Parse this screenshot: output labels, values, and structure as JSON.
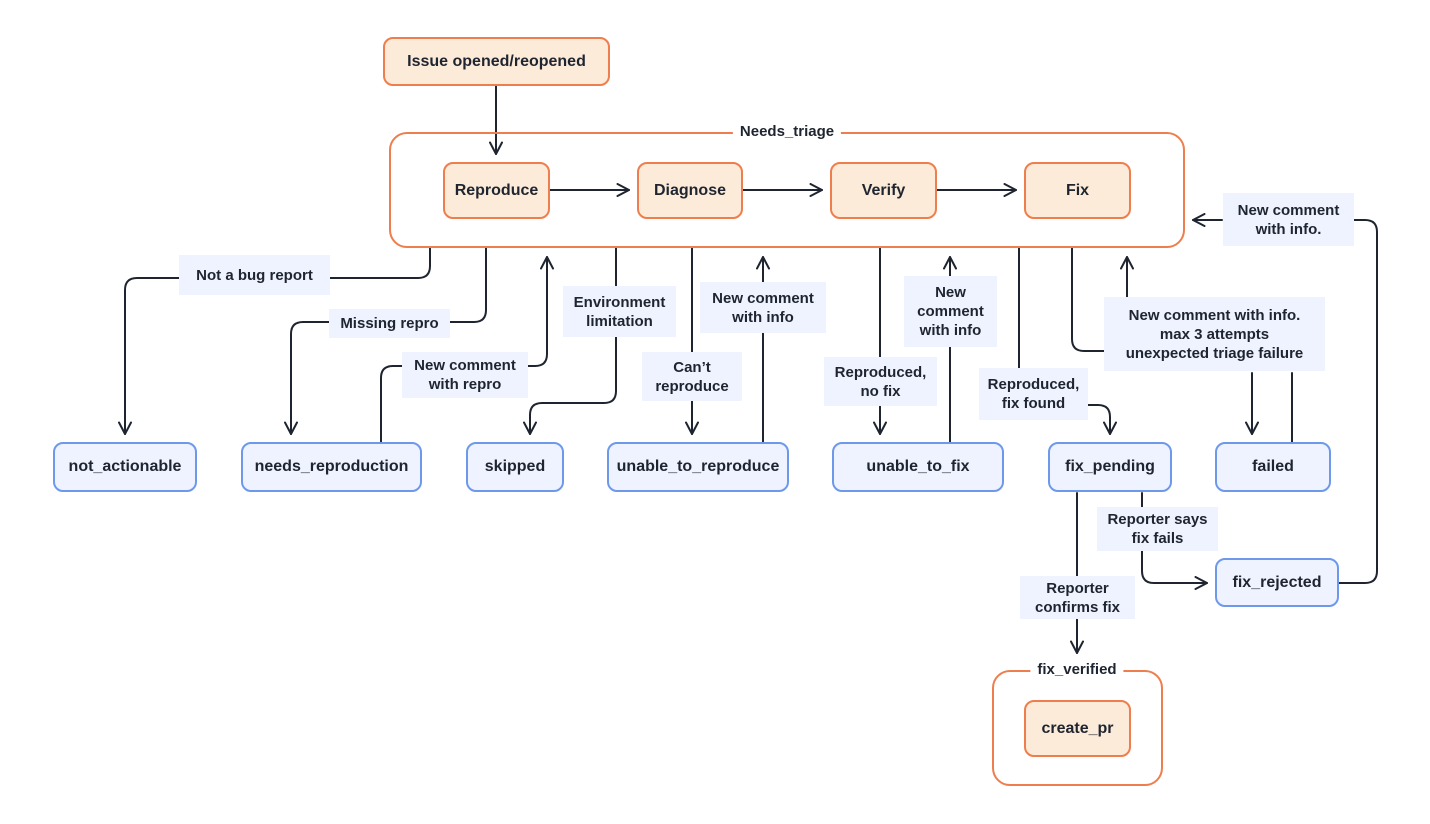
{
  "groups": {
    "needs_triage": "Needs_triage",
    "fix_verified": "fix_verified"
  },
  "nodes": {
    "issue_opened": "Issue opened/reopened",
    "reproduce": "Reproduce",
    "diagnose": "Diagnose",
    "verify": "Verify",
    "fix": "Fix",
    "not_actionable": "not_actionable",
    "needs_reproduction": "needs_reproduction",
    "skipped": "skipped",
    "unable_to_reproduce": "unable_to_reproduce",
    "unable_to_fix": "unable_to_fix",
    "fix_pending": "fix_pending",
    "failed": "failed",
    "fix_rejected": "fix_rejected",
    "create_pr": "create_pr"
  },
  "edge_labels": {
    "not_a_bug_report": "Not a bug report",
    "missing_repro": "Missing repro",
    "new_comment_with_repro": "New comment\nwith repro",
    "environment_limitation": "Environment\nlimitation",
    "cant_reproduce": "Can’t\nreproduce",
    "new_comment_with_info_1": "New comment\nwith info",
    "reproduced_no_fix": "Reproduced,\nno fix",
    "new_comment_with_info_2": "New\ncomment\nwith info",
    "reproduced_fix_found": "Reproduced,\nfix found",
    "retry_failure": "New comment with info.\nmax 3 attempts\nunexpected triage failure",
    "new_comment_with_info_3": "New comment\nwith info.",
    "reporter_says_fix_fails": "Reporter says\nfix fails",
    "reporter_confirms_fix": "Reporter\nconfirms fix"
  },
  "colors": {
    "orange_border": "#ee7e4d",
    "orange_fill": "#fdebd9",
    "blue_border": "#6e99ea",
    "blue_fill": "#eef3ff",
    "line": "#1f2530"
  }
}
